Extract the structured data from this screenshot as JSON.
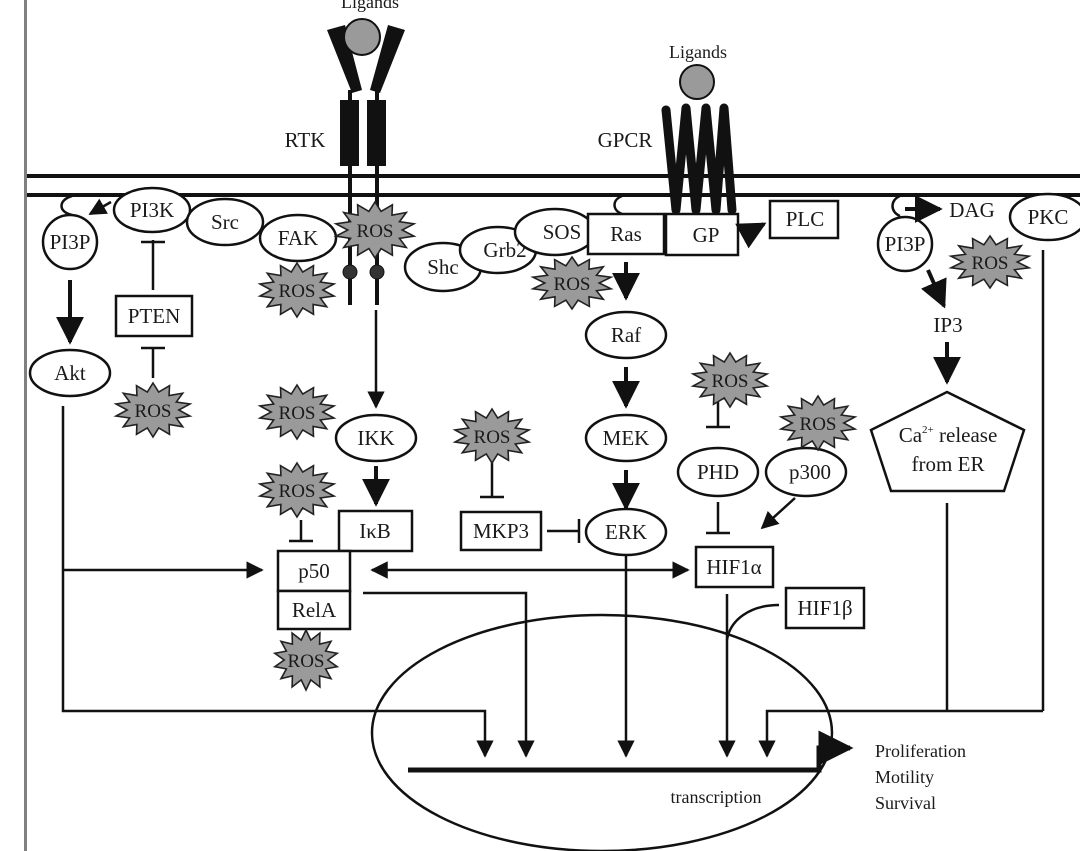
{
  "title": "ROS signaling pathways diagram",
  "membrane": {
    "receptors": {
      "rtk": {
        "label": "RTK",
        "ligand_label": "Ligands"
      },
      "gpcr": {
        "label": "GPCR",
        "ligand_label": "Ligands"
      }
    }
  },
  "nodes": {
    "pi3k": "PI3K",
    "src": "Src",
    "fak": "FAK",
    "pi3p_left": "PI3P",
    "pten": "PTEN",
    "akt": "Akt",
    "shc": "Shc",
    "grb2": "Grb2",
    "sos": "SOS",
    "ras": "Ras",
    "raf": "Raf",
    "mek": "MEK",
    "erk": "ERK",
    "mkp3": "MKP3",
    "ikk": "IKK",
    "ikb": "IκB",
    "p50": "p50",
    "rela": "RelA",
    "gp": "GP",
    "plc": "PLC",
    "dag": "DAG",
    "pkc": "PKC",
    "pi3p_right": "PI3P",
    "ip3": "IP3",
    "ca_release_line1": "Ca",
    "ca_release_sup": "2+",
    "ca_release_line1_rest": " release",
    "ca_release_line2": "from ER",
    "phd": "PHD",
    "p300": "p300",
    "hif1a": "HIF1α",
    "hif1b": "HIF1β"
  },
  "ros_label": "ROS",
  "nucleus": {
    "transcription_label": "transcription"
  },
  "outcomes": [
    "Proliferation",
    "Motility",
    "Survival"
  ],
  "colors": {
    "ros_fill": "#9a9a9a",
    "ligand_fill": "#9a9a9a",
    "receptor_fill": "#111111",
    "line": "#111111",
    "frame_border": "#808080"
  }
}
